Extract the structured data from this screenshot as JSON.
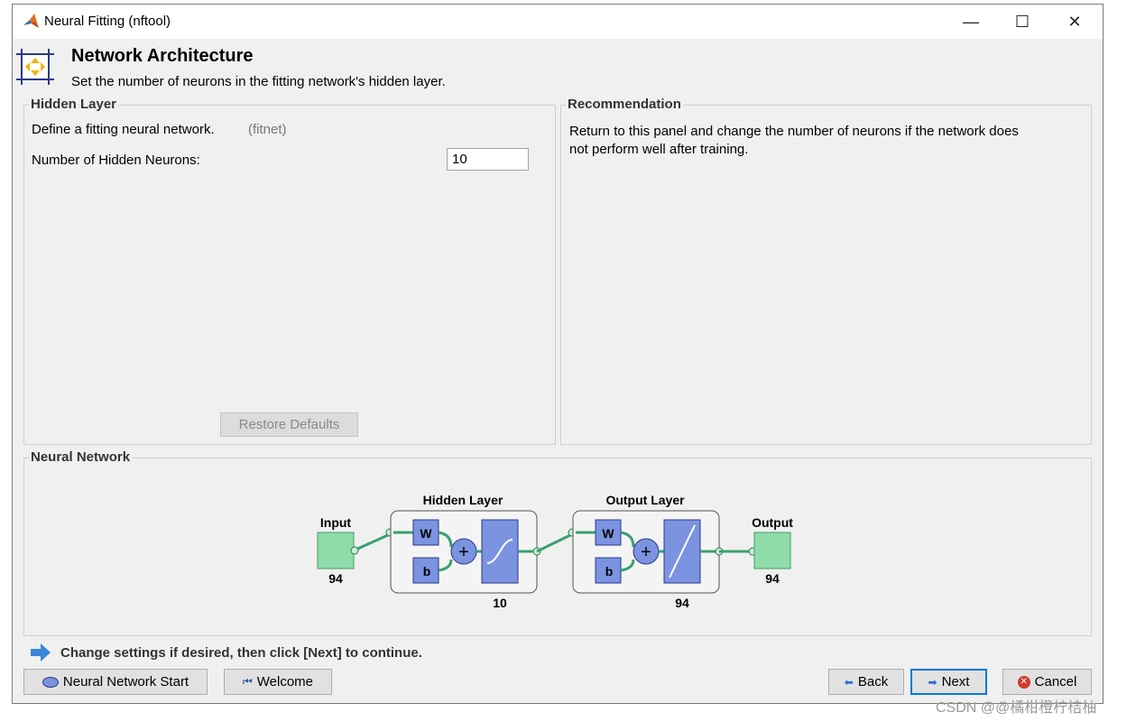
{
  "window": {
    "title": "Neural Fitting (nftool)",
    "minimize": "—",
    "maximize": "☐",
    "close": "✕"
  },
  "header": {
    "title": "Network Architecture",
    "subtitle": "Set the number of neurons in the fitting network's hidden layer."
  },
  "hidden_layer": {
    "label": "Hidden Layer",
    "define_text": "Define a fitting neural network.",
    "define_hint": "(fitnet)",
    "neurons_label": "Number of Hidden Neurons:",
    "neurons_value": "10",
    "restore_button": "Restore Defaults"
  },
  "recommendation": {
    "label": "Recommendation",
    "text_line1": "Return to this panel and change the number of neurons if the network does",
    "text_line2": "not perform well after training."
  },
  "network": {
    "label": "Neural Network",
    "input_label": "Input",
    "input_size": "94",
    "hidden_title": "Hidden Layer",
    "hidden_size": "10",
    "output_title": "Output Layer",
    "output_size": "94",
    "output_label": "Output",
    "output_out_size": "94",
    "w_label": "W",
    "b_label": "b",
    "plus": "+"
  },
  "footer": {
    "hint": "Change settings  if desired, then click [Next] to continue.",
    "start_button": "Neural Network Start",
    "welcome_button": "Welcome",
    "back_button": "Back",
    "next_button": "Next",
    "cancel_button": "Cancel"
  },
  "watermark": "CSDN @@橘柑橙柠桔柚",
  "colors": {
    "accent": "#0078d7",
    "node_green": "#8fdcaa",
    "node_blue": "#7b93e0"
  }
}
